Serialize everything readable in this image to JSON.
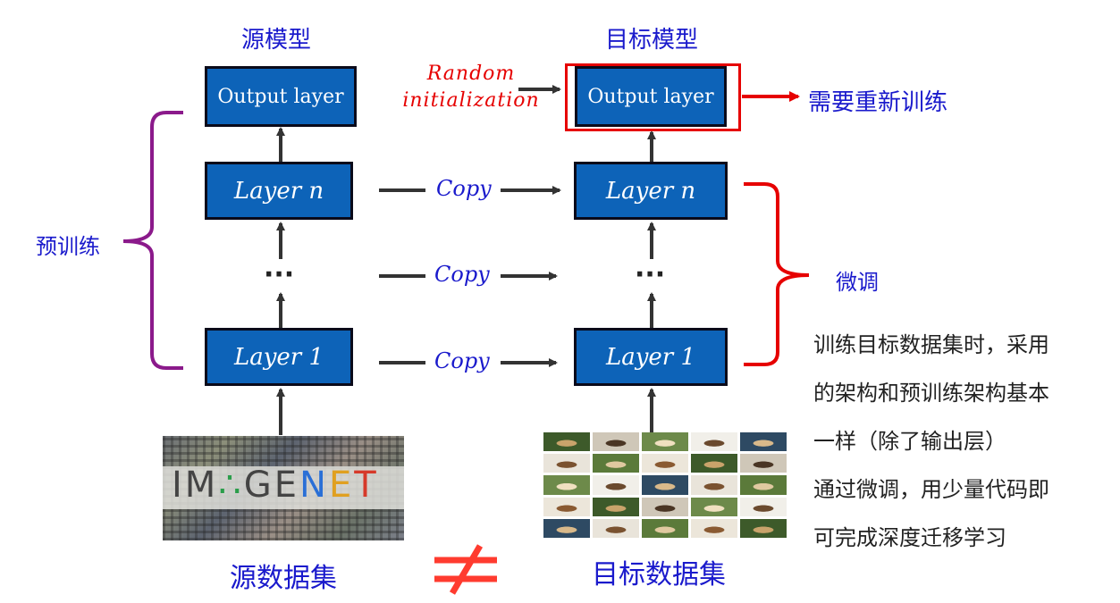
{
  "source_model": {
    "title": "源模型",
    "output_layer": "Output layer",
    "layer_n": "Layer n",
    "dots": "···",
    "layer_1": "Layer 1"
  },
  "target_model": {
    "title": "目标模型",
    "output_layer": "Output layer",
    "layer_n": "Layer n",
    "dots": "···",
    "layer_1": "Layer 1"
  },
  "connections": {
    "random_init_line1": "Random",
    "random_init_line2": "initialization",
    "copy_label": "Copy"
  },
  "annotations": {
    "retrain": "需要重新训练",
    "pretrain": "预训练",
    "finetune": "微调",
    "note_line1": "训练目标数据集时，采用",
    "note_line2": "的架构和预训练架构基本",
    "note_line3": "一样（除了输出层）",
    "note_line4": "通过微调，用少量代码即",
    "note_line5": "可完成深度迁移学习"
  },
  "datasets": {
    "source_label": "源数据集",
    "target_label": "目标数据集",
    "imagenet_text": "IM GENET",
    "not_equal": "≠"
  },
  "colors": {
    "box_fill": "#0d63b8",
    "accent_red": "#e60000",
    "label_blue": "#1a1acc",
    "brace_purple": "#8b1a8b"
  }
}
